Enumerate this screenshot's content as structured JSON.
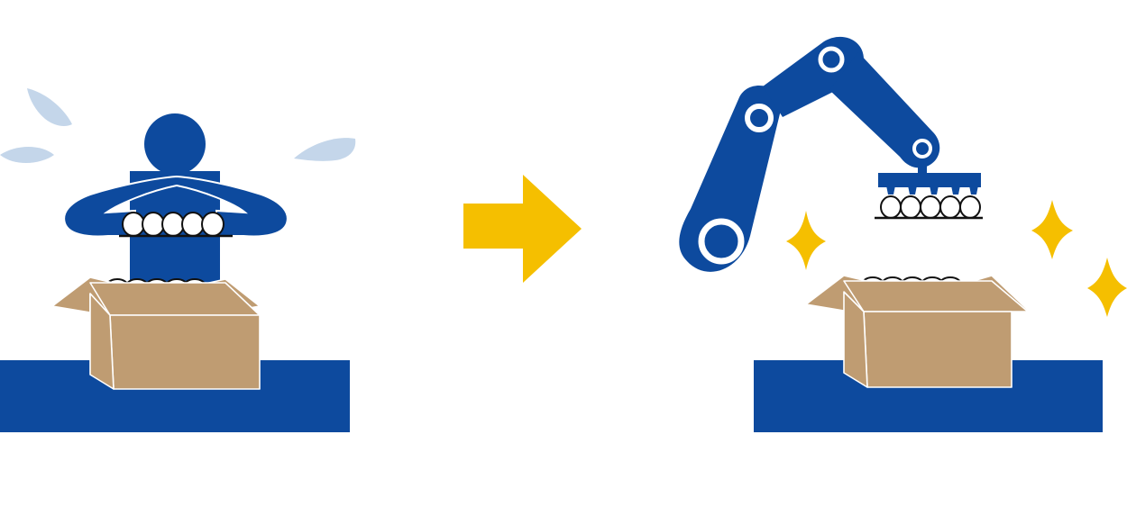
{
  "colors": {
    "brand_blue": "#0d4a9e",
    "sweat_blue": "#c4d6ea",
    "arrow_yellow": "#f5bf00",
    "sparkle_yellow": "#f5bf00",
    "box_tan": "#bf9c72",
    "box_edge": "#ffffff",
    "egg_outline": "#111111",
    "egg_fill": "#ffffff"
  },
  "scenes": {
    "manual": {
      "elements": [
        "sweat-drops",
        "worker",
        "egg-tray-held",
        "cardboard-box",
        "eggs-in-box",
        "conveyor-platform"
      ]
    },
    "transition": {
      "icon": "right-arrow-icon"
    },
    "automated": {
      "elements": [
        "robot-arm",
        "gripper",
        "egg-tray-gripped",
        "sparkles",
        "cardboard-box",
        "eggs-in-box",
        "conveyor-platform"
      ]
    }
  }
}
